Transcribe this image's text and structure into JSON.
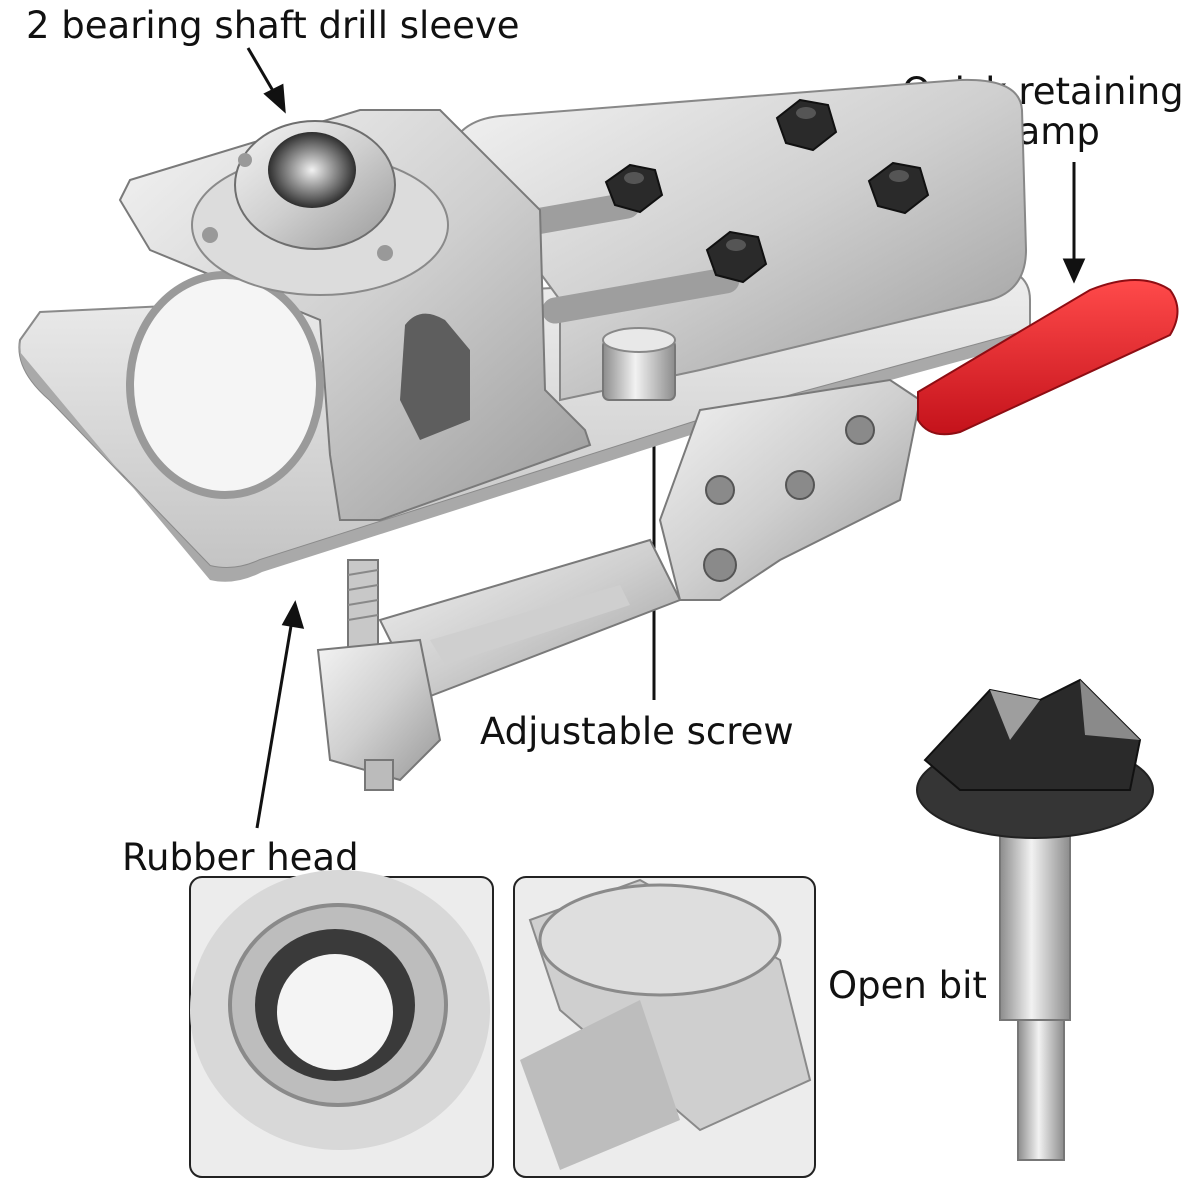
{
  "labels": {
    "drill_sleeve": "2 bearing shaft drill sleeve",
    "clamp_line1": "Quick retaining",
    "clamp_line2": "clamp",
    "adjustable_screw": "Adjustable screw",
    "rubber_head": "Rubber head",
    "open_bit": "Open bit"
  },
  "colors": {
    "handle_red": "#e0202a",
    "steel_light": "#e6e6e6",
    "steel_mid": "#b9b9b9",
    "steel_dark": "#7a7a7a",
    "nut_black": "#2a2a2a",
    "inset_border": "#222222"
  }
}
